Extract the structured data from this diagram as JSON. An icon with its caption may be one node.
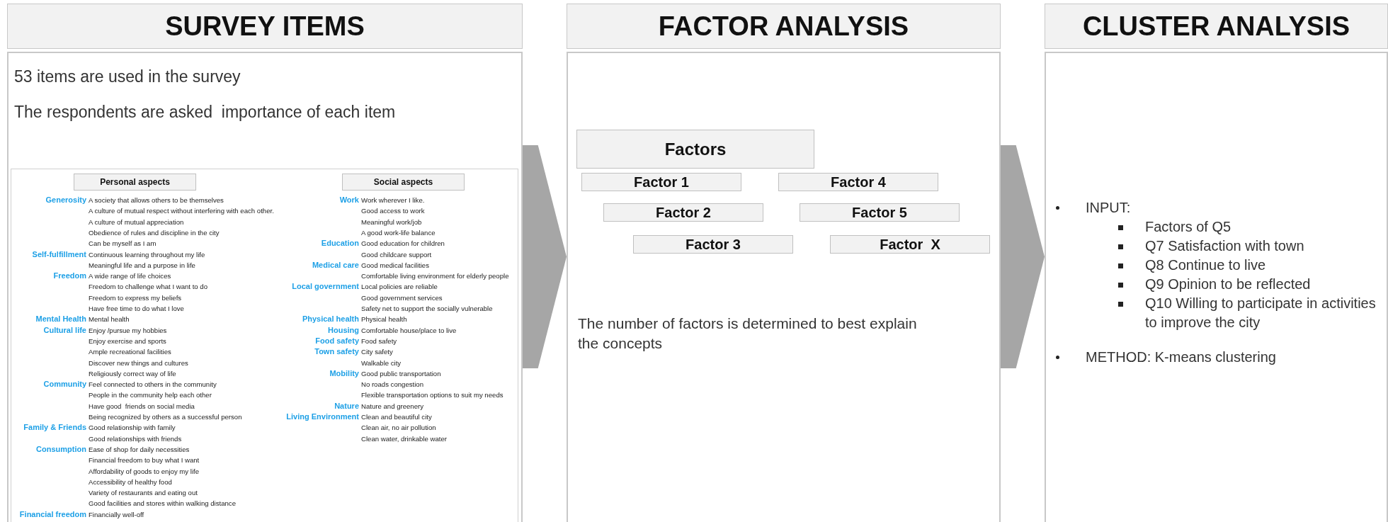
{
  "diagram": {
    "nodes": [
      {
        "text": [
          "SURVEY ITEMS",
          "53 items are used in the survey",
          "The respondents are asked  importance of each item"
        ]
      },
      {
        "text": [
          "Personal aspects"
        ],
        "in": 0
      },
      {
        "text": [
          "Social aspects"
        ],
        "in": 0
      },
      {
        "text": [
          "FACTOR ANALYSIS",
          "The number of factors is determined to best explain the concepts"
        ]
      },
      {
        "text": [
          "Factors"
        ],
        "in": 3
      },
      {
        "text": [
          "Factor 1"
        ],
        "in": 3
      },
      {
        "text": [
          "Factor 4"
        ],
        "in": 3
      },
      {
        "text": [
          "Factor 2"
        ],
        "in": 3
      },
      {
        "text": [
          "Factor 5"
        ],
        "in": 3
      },
      {
        "text": [
          "Factor 3"
        ],
        "in": 3
      },
      {
        "text": [
          "Factor  X"
        ],
        "in": 3
      },
      {
        "text": [
          "CLUSTER ANALYSIS",
          "INPUT:",
          "Factors of Q5",
          "Q7 Satisfaction with town",
          "Q8 Continue to live",
          "Q9 Opinion to be reflected",
          "Q10 Willing to participate in activities to improve the city",
          "METHOD: K-means clustering"
        ]
      }
    ],
    "edges": [
      {
        "from": 0,
        "to": 3,
        "arrow": "to"
      },
      {
        "from": 3,
        "to": 11,
        "arrow": "to"
      }
    ],
    "labels": [
      "Generosity",
      "A society that allows others to be themselves",
      "A culture of mutual respect without interfering with each other.",
      "A culture of mutual appreciation",
      "Obedience of rules and discipline in the city",
      "Can be myself as I am",
      "Self-fulfillment",
      "Continuous learning throughout my life",
      "Meaningful life and a purpose in life",
      "Freedom",
      "A wide range of life choices",
      "Freedom to challenge what I want to do",
      "Freedom to express my beliefs",
      "Have free time to do what I love",
      "Mental Health",
      "Mental health",
      "Cultural life",
      "Enjoy /pursue my hobbies",
      "Enjoy exercise and sports",
      "Ample recreational facilities",
      "Discover new things and cultures",
      "Religiously correct way of life",
      "Community",
      "Feel connected to others in the community",
      "People in the community help each other",
      "Have good  friends on social media",
      "Being recognized by others as a successful person",
      "Family & Friends",
      "Good relationship with family",
      "Good relationships with friends",
      "Consumption",
      "Ease of shop for daily necessities",
      "Financial freedom to buy what I want",
      "Affordability of goods to enjoy my life",
      "Accessibility of healthy food",
      "Variety of restaurants and eating out",
      "Good facilities and stores within walking distance",
      "Financial freedom",
      "Financially well-off",
      "Work",
      "Work wherever I like.",
      "Good access to work",
      "Meaningful work/job",
      "A good work-life balance",
      "Education",
      "Good education for children",
      "Good childcare support",
      "Medical care",
      "Good medical facilities",
      "Comfortable living environment for elderly people",
      "Local government",
      "Local policies are reliable",
      "Good government services",
      "Safety net to support the socially vulnerable",
      "Physical health",
      "Physical health",
      "Housing",
      "Comfortable house/place to live",
      "Food safety",
      "Food safety",
      "Town safety",
      "City safety",
      "Walkable city",
      "Mobility",
      "Good public transportation",
      "No roads congestion",
      "Flexible transportation options to suit my needs",
      "Nature",
      "Nature and greenery",
      "Living Environment",
      "Clean and beautiful city",
      "Clean air, no air pollution",
      "Clean water, drinkable water"
    ]
  }
}
